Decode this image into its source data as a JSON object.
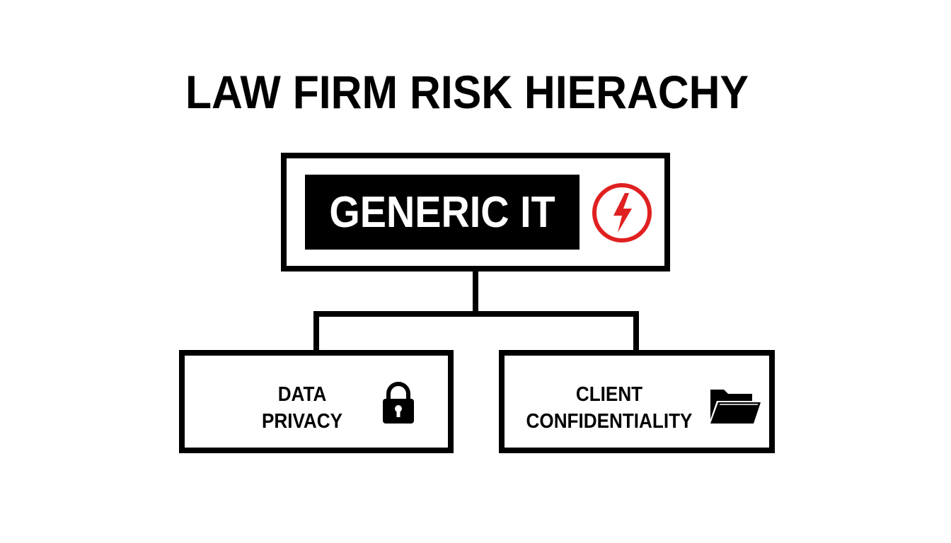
{
  "title": "LAW FIRM RISK HIERACHY",
  "root": {
    "label": "GENERIC IT",
    "icon": "lightning-warning-icon",
    "icon_color": "#e02020"
  },
  "children": [
    {
      "line1": "DATA",
      "line2": "PRIVACY",
      "icon": "padlock-icon"
    },
    {
      "line1": "CLIENT",
      "line2": "CONFIDENTIALITY",
      "icon": "folder-icon"
    }
  ],
  "colors": {
    "stroke": "#000000",
    "background": "#ffffff",
    "accent": "#e02020"
  }
}
